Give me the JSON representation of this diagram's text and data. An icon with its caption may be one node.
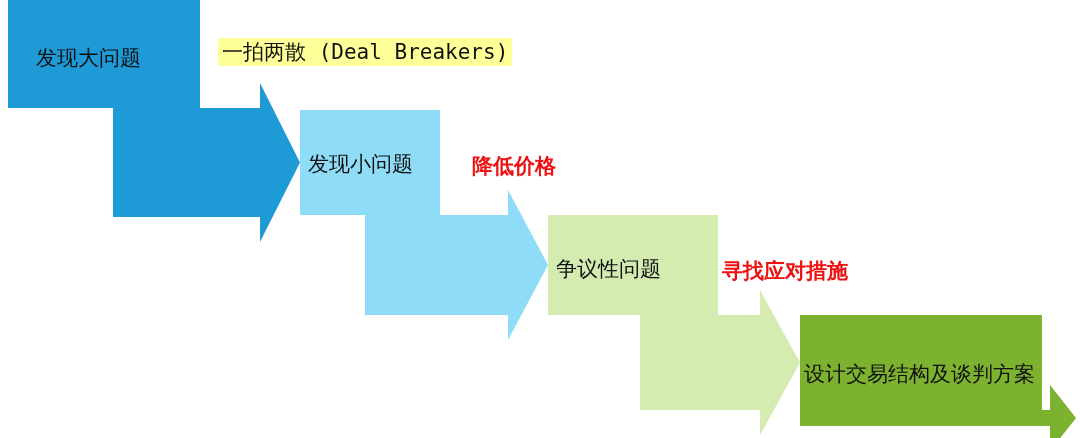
{
  "diagram": {
    "nodes": [
      {
        "text": [
          "发现大问题"
        ],
        "beside": [
          "一拍两散 (Deal Breakers)"
        ]
      },
      {
        "text": [
          "发现小问题"
        ],
        "beside": [
          "降低价格"
        ]
      },
      {
        "text": [
          "争议性问题"
        ],
        "beside": [
          "寻找应对措施"
        ]
      },
      {
        "text": [
          "设计交易结构及谈判方案"
        ]
      }
    ],
    "edges": [
      {
        "from": 0,
        "to": 1,
        "arrow": "to"
      },
      {
        "from": 1,
        "to": 2,
        "arrow": "to"
      },
      {
        "from": 2,
        "to": 3,
        "arrow": "to"
      },
      {
        "from": 3,
        "to": null,
        "arrow": "to"
      }
    ]
  }
}
